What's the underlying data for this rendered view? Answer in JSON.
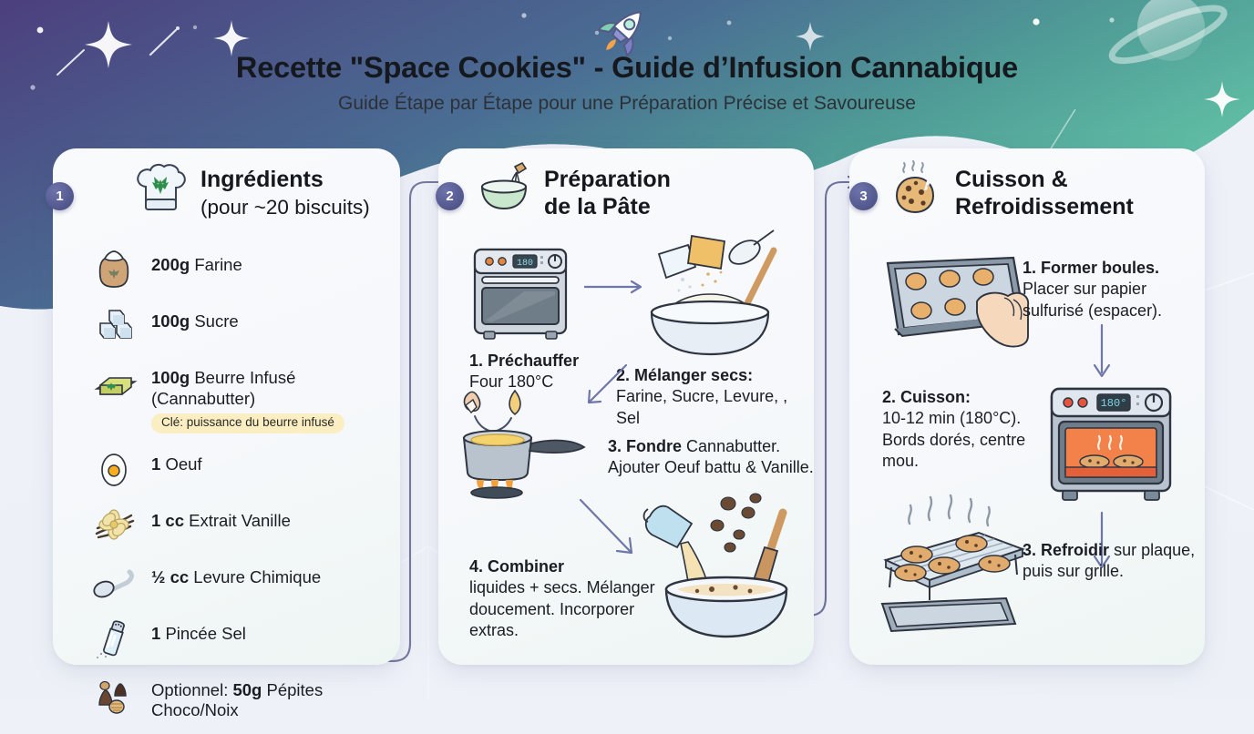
{
  "header": {
    "title": "Recette \"Space Cookies\" - Guide d’Infusion Cannabique",
    "subtitle": "Guide Étape par Étape pour une Préparation Précise et Savoureuse",
    "rocket_icon": "rocket-icon"
  },
  "panels": [
    {
      "badge": "1",
      "icon": "chef-hat-cannabis-icon",
      "title_line1": "Ingrédients",
      "title_line2": "(pour ~20 biscuits)",
      "ingredients": [
        {
          "icon": "flour-sack-icon",
          "amount": "200g",
          "name": "Farine"
        },
        {
          "icon": "sugar-cubes-icon",
          "amount": "100g",
          "name": "Sucre"
        },
        {
          "icon": "butter-block-icon",
          "amount": "100g",
          "name": "Beurre Infusé (Cannabutter)",
          "pill": "Clé: puissance du beurre infusé"
        },
        {
          "icon": "egg-icon",
          "amount": "1",
          "name": "Oeuf"
        },
        {
          "icon": "vanilla-flower-icon",
          "amount": "1 cc",
          "name": "Extrait Vanille"
        },
        {
          "icon": "spoon-icon",
          "amount": "½ cc",
          "name": "Levure Chimique"
        },
        {
          "icon": "salt-shaker-icon",
          "amount": "1",
          "name": "Pincée Sel"
        },
        {
          "icon": "choco-chips-nuts-icon",
          "prefix": "Optionnel:",
          "amount": "50g",
          "name": "Pépites Choco/Noix"
        }
      ]
    },
    {
      "badge": "2",
      "icon": "mixing-bowl-whisk-icon",
      "title_line1": "Préparation",
      "title_line2": "de la Pâte",
      "steps": [
        {
          "num": "1.",
          "bold": "Préchauffer",
          "rest": "Four 180°C",
          "icon": "oven-icon",
          "display": "180"
        },
        {
          "num": "2.",
          "bold": "Mélanger secs:",
          "rest": "Farine, Sucre, Levure, , Sel",
          "icon": "bowl-dry-ingredients-icon"
        },
        {
          "num": "3.",
          "bold": "Fondre",
          "rest": "Cannabutter. Ajouter Oeuf battu & Vanille.",
          "icon": "saucepan-melting-icon"
        },
        {
          "num": "4.",
          "bold": "Combiner",
          "rest": "liquides + secs. Mélanger doucement. Incorporer extras.",
          "icon": "bowl-batter-icon"
        }
      ]
    },
    {
      "badge": "3",
      "icon": "cookie-icon",
      "title_line1": "Cuisson &",
      "title_line2": "Refroidissement",
      "steps": [
        {
          "num": "1.",
          "bold": "Former boules.",
          "rest": "Placer sur papier sulfurisé (espacer).",
          "icon": "baking-tray-hand-icon"
        },
        {
          "num": "2.",
          "bold": "Cuisson:",
          "rest": "10-12 min (180°C). Bords dorés, centre mou.",
          "icon": "oven-baking-icon",
          "display": "180°"
        },
        {
          "num": "3.",
          "bold": "Refroidir",
          "rest": "sur plaque, puis sur grille.",
          "icon": "cooling-rack-icon"
        }
      ]
    }
  ],
  "colors": {
    "badge": "#4f5489",
    "pill": "#fbeec2",
    "connector": "#5f6490",
    "arrow": "#6f77a8",
    "space_gradient_start": "#4c3f7e",
    "space_gradient_end": "#57b79e"
  }
}
